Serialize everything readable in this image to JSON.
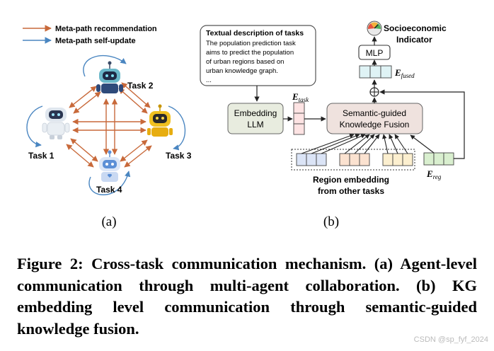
{
  "legend": {
    "recommendation": "Meta-path recommendation",
    "self_update": "Meta-path self-update",
    "colors": {
      "recommendation": "#c8693a",
      "self_update": "#4a86c1"
    }
  },
  "panel_a": {
    "tasks": [
      "Task 1",
      "Task 2",
      "Task 3",
      "Task 4"
    ],
    "label": "(a)"
  },
  "panel_b": {
    "text_box_title": "Textual description of tasks",
    "text_box_lines": [
      "The population prediction task",
      "aims to predict the population",
      "of urban regions based on",
      "urban knowledge graph.",
      "..."
    ],
    "embedding_llm": [
      "Embedding",
      "LLM"
    ],
    "e_task": {
      "base": "E",
      "sub": "task"
    },
    "fusion_box": [
      "Semantic-guided",
      "Knowledge Fusion"
    ],
    "mlp": "MLP",
    "output": [
      "Socioeconomic",
      "Indicator"
    ],
    "e_fused": {
      "base": "E",
      "sub": "fused"
    },
    "e_reg": {
      "base": "E",
      "sub": "reg"
    },
    "region_caption": [
      "Region embedding",
      "from other tasks"
    ],
    "label": "(b)"
  },
  "caption": "Figure 2: Cross-task communication mechanism. (a) Agent-level communication through multi-agent collaboration. (b) KG embedding level communication through semantic-guided knowledge fusion.",
  "watermark": "CSDN @sp_fyf_2024"
}
